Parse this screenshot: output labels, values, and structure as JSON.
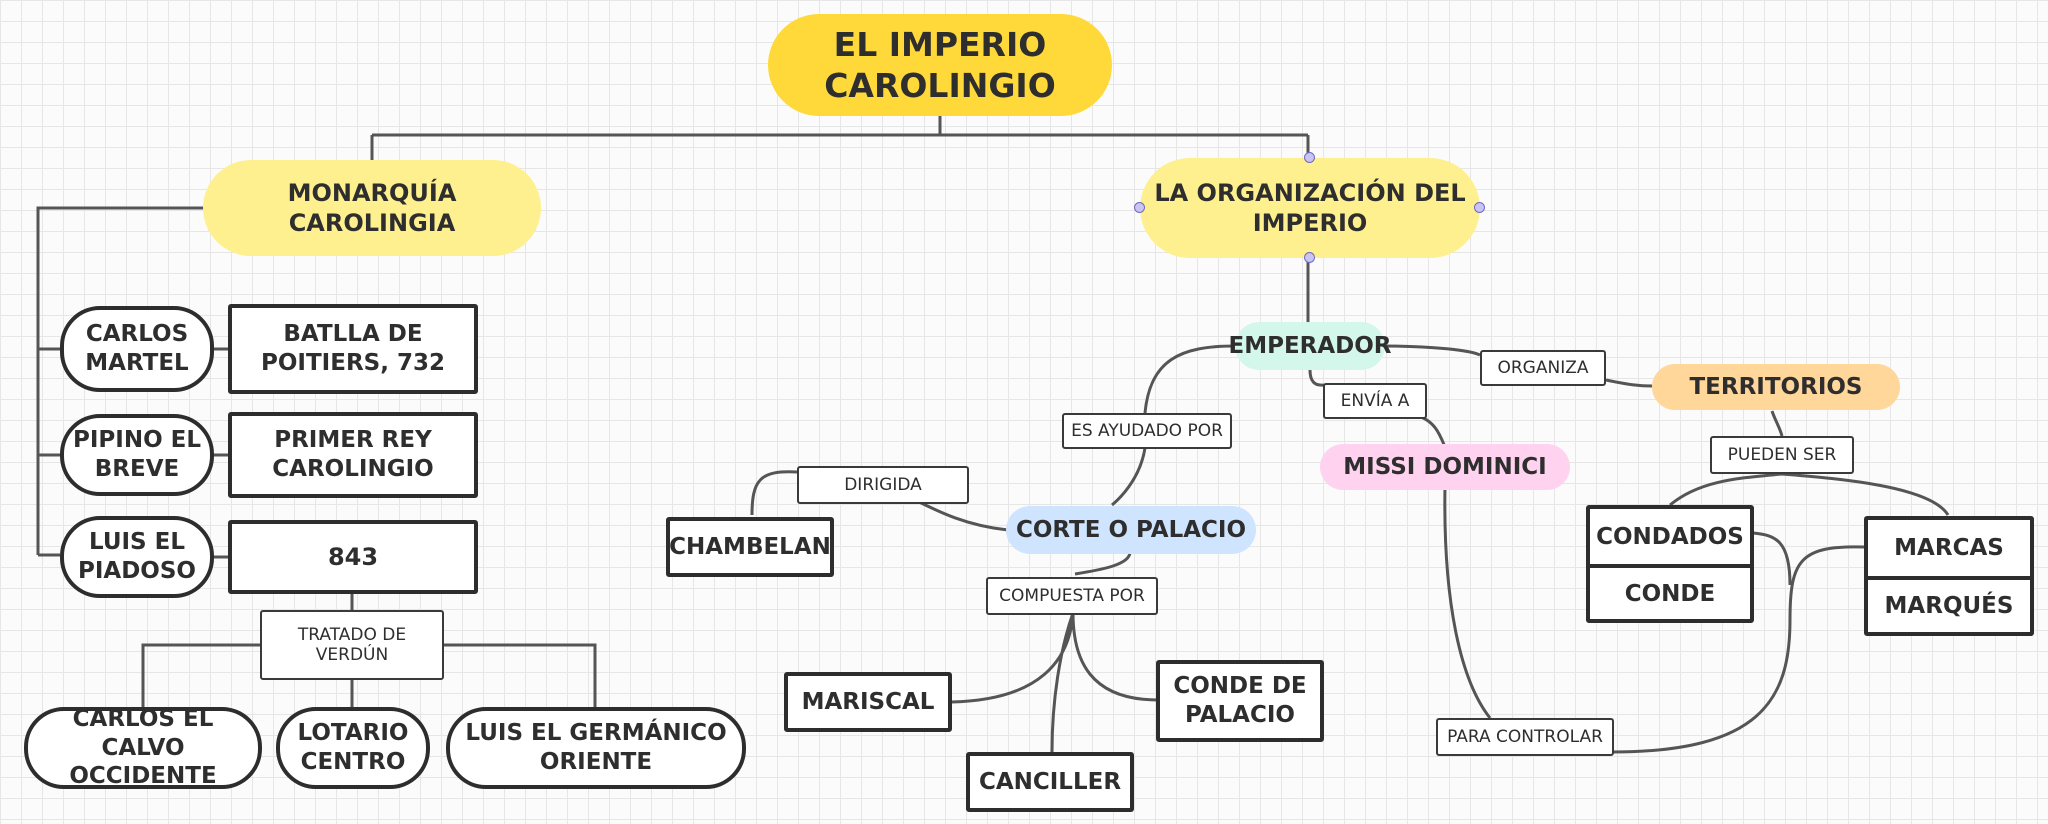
{
  "colors": {
    "root": "#ffd93a",
    "level1": "#fff08f",
    "emperador": "#d4f7ec",
    "corte": "#cfe4ff",
    "missi": "#ffd3f0",
    "territorios": "#ffd79a",
    "line": "#555555",
    "selection_dot": "#c9c4f2"
  },
  "nodes": {
    "root": [
      "EL IMPERIO",
      "CAROLINGIO"
    ],
    "monarquia": [
      "MONARQUÍA",
      "CAROLINGIA"
    ],
    "organizacion": [
      "LA ORGANIZACIÓN DEL",
      "IMPERIO"
    ],
    "carlos_martel": [
      "CARLOS",
      "MARTEL"
    ],
    "batalla": [
      "BATLLA DE",
      "POITIERS, 732"
    ],
    "pipino": [
      "PIPINO EL",
      "BREVE"
    ],
    "primer_rey": [
      "PRIMER REY",
      "CAROLINGIO"
    ],
    "luis_piadoso": [
      "LUIS EL",
      "PIADOSO"
    ],
    "ano_843": "843",
    "tratado": [
      "TRATADO DE",
      "VERDÚN"
    ],
    "carlos_calvo": [
      "CARLOS EL CALVO",
      "OCCIDENTE"
    ],
    "lotario": [
      "LOTARIO",
      "CENTRO"
    ],
    "luis_germanico": [
      "LUIS EL GERMÁNICO",
      "ORIENTE"
    ],
    "emperador": "EMPERADOR",
    "es_ayudado": "ES AYUDADO POR",
    "envia_a": "ENVÍA A",
    "organiza": "ORGANIZA",
    "territorios": "TERRITORIOS",
    "missi": "MISSI DOMINICI",
    "corte": "CORTE O PALACIO",
    "dirigida": "DIRIGIDA",
    "chambelan": "CHAMBELAN",
    "compuesta": "COMPUESTA POR",
    "mariscal": "MARISCAL",
    "conde_palacio": [
      "CONDE DE",
      "PALACIO"
    ],
    "canciller": "CANCILLER",
    "para_controlar": "PARA CONTROLAR",
    "pueden_ser": "PUEDEN SER",
    "condados": "CONDADOS",
    "conde": "CONDE",
    "marcas": "MARCAS",
    "marques": "MARQUÉS"
  }
}
